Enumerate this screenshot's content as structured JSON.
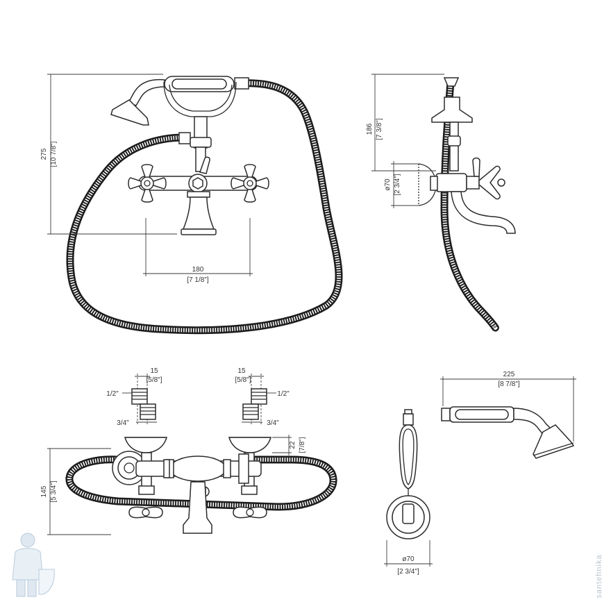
{
  "dimensions": {
    "front_height": {
      "mm": "275",
      "inch": "[10 7/8\"]"
    },
    "front_width": {
      "mm": "180",
      "inch": "[7 1/8\"]"
    },
    "side_height": {
      "mm": "186",
      "inch": "[7 3/8\"]"
    },
    "side_diameter": {
      "mm": "ø70",
      "inch": "[2 3/4\"]"
    },
    "thread_left": {
      "mm": "15",
      "inch": "[5/8\"]",
      "pipe": "1/2\"",
      "thread": "3/4\""
    },
    "thread_right": {
      "mm": "15",
      "inch": "[5/8\"]",
      "pipe": "1/2\"",
      "thread": "3/4\""
    },
    "flange_height": {
      "mm": "22",
      "inch": "[7/8\"]"
    },
    "top_height": {
      "mm": "145",
      "inch": "[5 3/4\"]"
    },
    "handshower_length": {
      "mm": "225",
      "inch": "[8 7/8\"]"
    },
    "holder_diameter": {
      "mm": "ø70",
      "inch": "[2 3/4\"]"
    }
  },
  "watermark": {
    "text": "santehnika"
  },
  "colors": {
    "line": "#2b2b2b",
    "hose": "#1c1c1c",
    "watermark": "#b8c4d0"
  }
}
